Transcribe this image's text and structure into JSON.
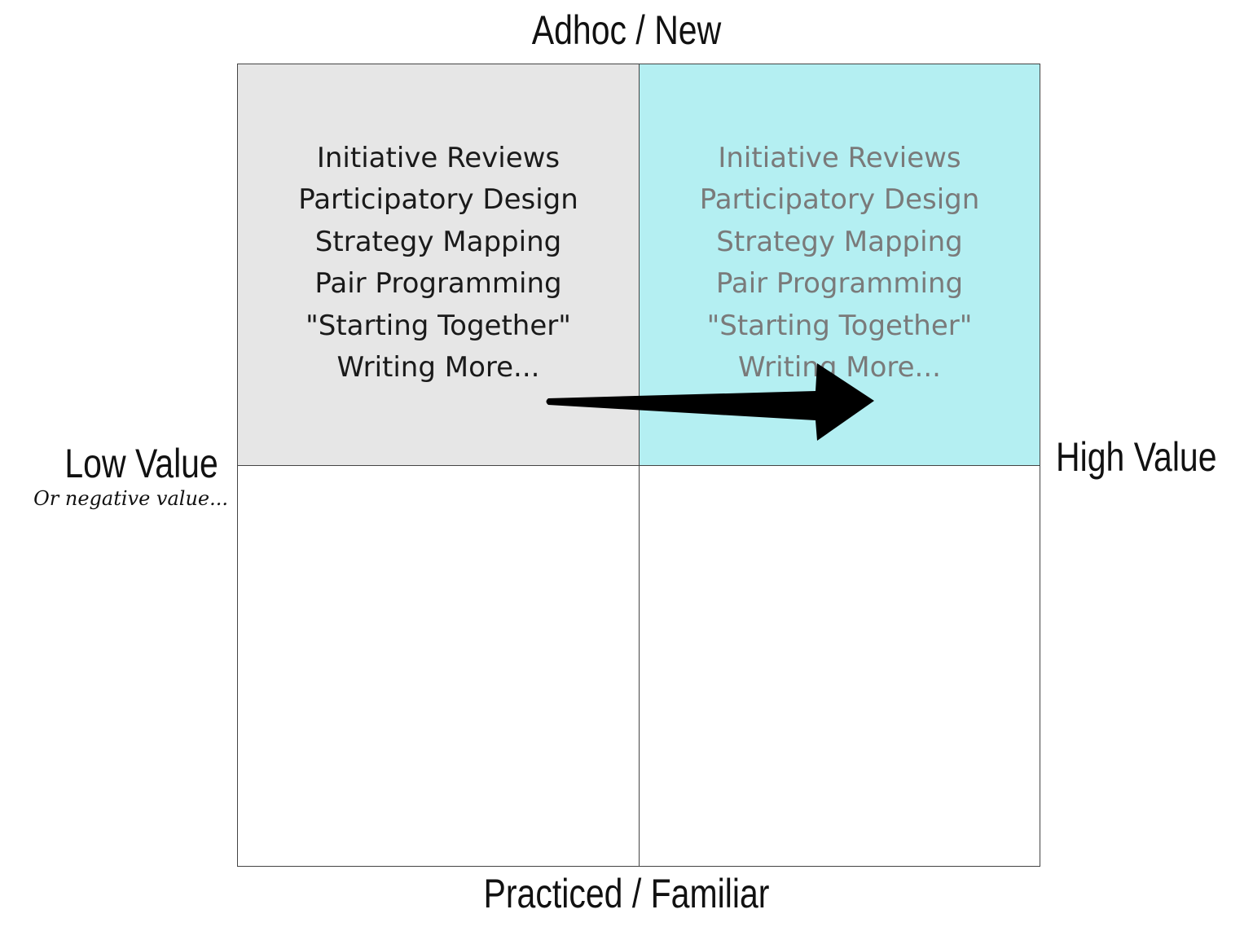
{
  "axes": {
    "top": "Adhoc / New",
    "bottom": "Practiced / Familiar",
    "left": "Low Value",
    "left_note": "Or negative value...",
    "right": "High Value"
  },
  "quadrants": {
    "top_left": {
      "color": "#e6e6e6",
      "text_color": "#1a1a1a",
      "items": [
        "Initiative Reviews",
        "Participatory Design",
        "Strategy Mapping",
        "Pair Programming",
        "\"Starting Together\"",
        "Writing More..."
      ]
    },
    "top_right": {
      "color": "#b4eff2",
      "text_color": "#7a7a7a",
      "items": [
        "Initiative Reviews",
        "Participatory Design",
        "Strategy Mapping",
        "Pair Programming",
        "\"Starting Together\"",
        "Writing More..."
      ]
    },
    "bottom_left": {
      "color": "#ffffff"
    },
    "bottom_right": {
      "color": "#ffffff"
    }
  },
  "arrow": {
    "color": "#000000",
    "from": "top_left",
    "to": "top_right"
  }
}
